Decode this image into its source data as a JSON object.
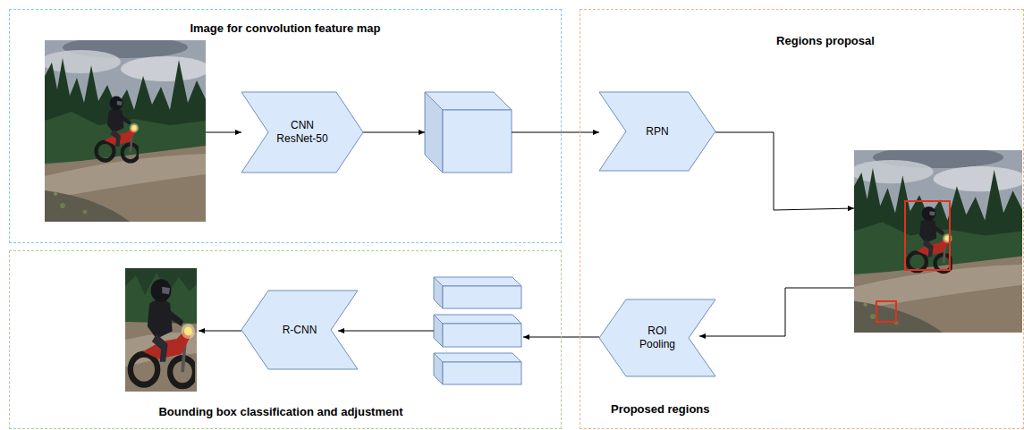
{
  "diagram": {
    "nodes": [
      {
        "text": [
          "Image for convolution feature map"
        ]
      },
      {
        "text": [
          "CNN ResNet-50"
        ],
        "in": 0
      },
      {
        "text": [
          "Regions proposal"
        ]
      },
      {
        "text": [
          "RPN"
        ],
        "in": 2
      },
      {
        "text": [
          "ROI Pooling"
        ],
        "in": 2
      },
      {
        "text": [
          "Bounding box classification and adjustment"
        ]
      },
      {
        "text": [
          "R-CNN"
        ],
        "in": 5
      }
    ],
    "labels": [
      "Proposed regions"
    ]
  }
}
